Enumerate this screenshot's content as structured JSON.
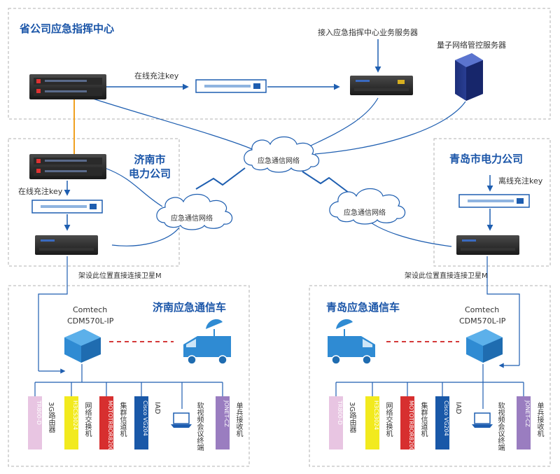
{
  "colors": {
    "title_blue": "#1a55a8",
    "line_blue": "#1e5eb0",
    "orange_link": "#f0a020",
    "red_dash": "#d43a3a",
    "box_border": "#b0b0b0",
    "device_pink": "#e8c5e2",
    "device_yellow": "#f2ea1e",
    "device_red": "#d72f2f",
    "device_blue": "#1958a8",
    "device_purple": "#9a7dc0",
    "cube_blue": "#2f8bd3"
  },
  "hq": {
    "title": "省公司应急指挥中心",
    "online_key": "在线充注key",
    "business_server": "接入应急指挥中心业务服务器",
    "quantum_server": "量子网络管控服务器"
  },
  "jinan_company": {
    "title_line1": "济南市",
    "title_line2": "电力公司",
    "online_key": "在线充注key"
  },
  "qingdao_company": {
    "title": "青岛市电力公司",
    "offline_key": "离线充注key"
  },
  "clouds": {
    "center": "应急通信网络",
    "left": "应急通信网络",
    "right": "应急通信网络"
  },
  "sat_note_left": "架设此位置直接连接卫星M",
  "sat_note_right": "架设此位置直接连接卫星M",
  "jinan_vehicle": {
    "title": "济南应急通信车",
    "modem_line1": "Comtech",
    "modem_line2": "CDM570L-IP",
    "devices": [
      {
        "code": "TR800-D",
        "label": "3G路由器",
        "icon": "router-box"
      },
      {
        "code": "H3CS3024",
        "label": "网络交换机",
        "icon": "switch-box"
      },
      {
        "code": "MOTOTRBOR8200",
        "label": "集群信道机",
        "icon": "radio-box"
      },
      {
        "code": "Cisco VG204",
        "label": "IAD",
        "icon": "iad-box"
      },
      {
        "code": "",
        "label": "软视频会议终端",
        "icon": "laptop-icon"
      },
      {
        "code": "JONET-CZ",
        "label": "单兵接收机",
        "icon": "receiver-box"
      }
    ]
  },
  "qingdao_vehicle": {
    "title": "青岛应急通信车",
    "modem_line1": "Comtech",
    "modem_line2": "CDM570L-IP",
    "devices": [
      {
        "code": "TR800-D",
        "label": "3G路由器",
        "icon": "router-box"
      },
      {
        "code": "H3CS3024",
        "label": "网络交换机",
        "icon": "switch-box"
      },
      {
        "code": "MOTOTRBOR8200",
        "label": "集群信道机",
        "icon": "radio-box"
      },
      {
        "code": "Cisco VG204",
        "label": "IAD",
        "icon": "iad-box"
      },
      {
        "code": "",
        "label": "软视频会议终端",
        "icon": "laptop-icon"
      },
      {
        "code": "JONET-CZ",
        "label": "单兵接收机",
        "icon": "receiver-box"
      }
    ]
  }
}
